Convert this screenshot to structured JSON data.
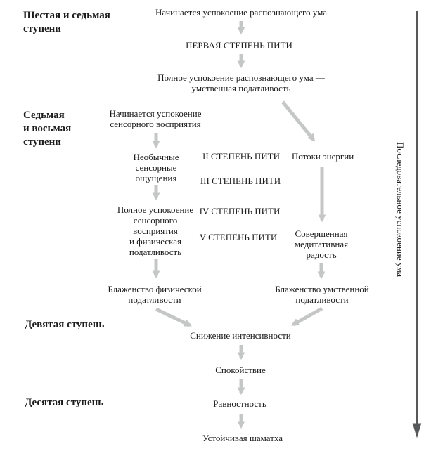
{
  "colors": {
    "text": "#1b1b1b",
    "arrow_light": "#c5c7c6",
    "arrow_dark": "#57585a",
    "background": "#ffffff"
  },
  "stage_labels": {
    "sixth_seventh": "Шестая и седьмая\nступени",
    "seventh_eighth": "Седьмая\nи восьмая\nступени",
    "ninth": "Девятая ступень",
    "tenth": "Десятая ступень"
  },
  "nodes": {
    "calming_discerning_begins": "Начинается успокоение распознающего ума",
    "piti_1": "ПЕРВАЯ СТЕПЕНЬ ПИТИ",
    "full_calming_discerning": "Полное успокоение распознающего ума —\nумственная податливость",
    "calming_sensory_begins": "Начинается успокоение\nсенсорного восприятия",
    "unusual_sensations": "Необычные\nсенсорные\nощущения",
    "piti_2": "II СТЕПЕНЬ ПИТИ",
    "piti_3": "III СТЕПЕНЬ ПИТИ",
    "energy_flows": "Потоки энергии",
    "full_calming_sensory": "Полное успокоение\nсенсорного\nвосприятия\nи физическая\nподатливость",
    "piti_4": "IV СТЕПЕНЬ ПИТИ",
    "piti_5": "V СТЕПЕНЬ ПИТИ",
    "perfect_meditative_joy": "Совершенная\nмедитативная\nрадость",
    "bliss_physical": "Блаженство физической\nподатливости",
    "bliss_mental": "Блаженство умственной\nподатливости",
    "intensity_decrease": "Снижение интенсивности",
    "tranquility": "Спокойствие",
    "equanimity": "Равностность",
    "stable_shamatha": "Устойчивая шаматха"
  },
  "side_label": "Последовательное успокоение ума"
}
